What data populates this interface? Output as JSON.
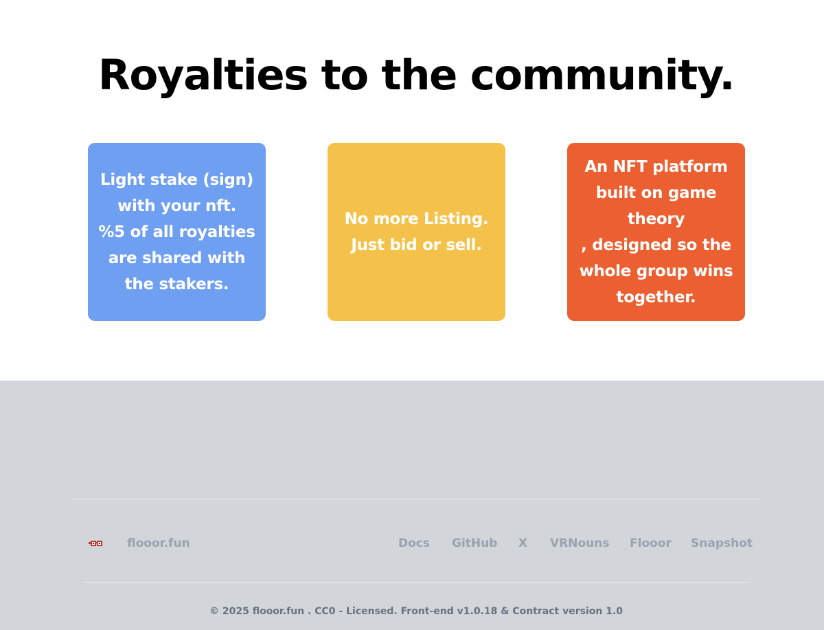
{
  "hero": {
    "title": "Royalties to the community.",
    "cards": [
      {
        "text": "Light stake (sign)\nwith your nft.\n%5 of all royalties\nare shared with\nthe stakers.",
        "color": "#6f9ff1"
      },
      {
        "text": "No more Listing.\nJust bid or sell.",
        "color": "#f4c24b"
      },
      {
        "text": "An NFT platform\nbuilt on game\ntheory\n, designed so the\nwhole group wins\ntogether.",
        "color": "#eb5f31"
      }
    ]
  },
  "footer": {
    "brand": {
      "name": "flooor.fun",
      "logo_icon": "flooor-logo-icon"
    },
    "nav": [
      "Docs",
      "GitHub",
      "X",
      "VRNouns",
      "Flooor",
      "Snapshot"
    ],
    "copyright": "© 2025 flooor.fun . CC0 - Licensed. Front-end v1.0.18 & Contract version 1.0"
  },
  "colors": {
    "footer_bg": "#d2d5da",
    "footer_link": "#9ba2ad",
    "copyright_text": "#6a717d"
  }
}
